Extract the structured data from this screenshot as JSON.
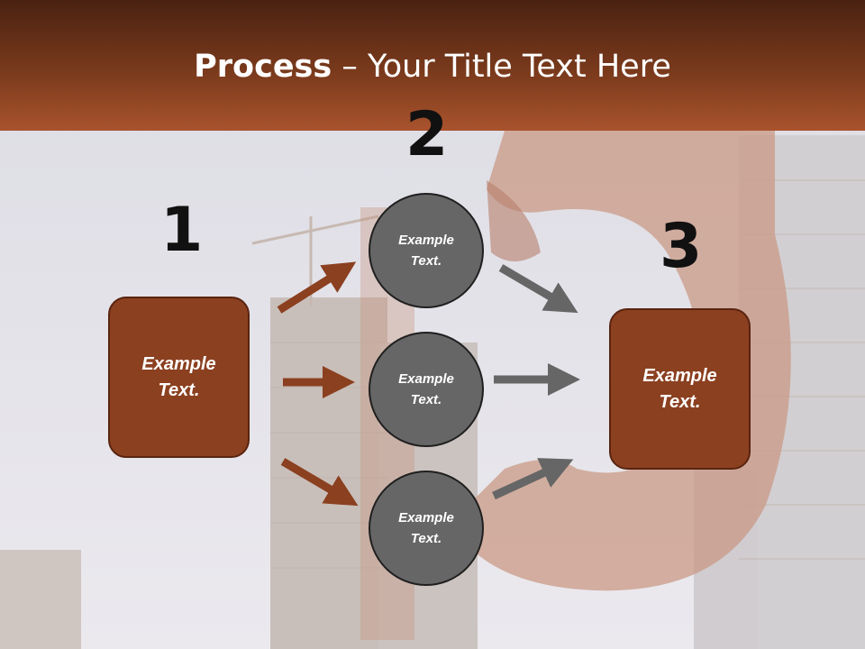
{
  "slide": {
    "title_bold": "Process",
    "title_rest": " – Your Title Text Here"
  },
  "steps": {
    "n1": "1",
    "n2": "2",
    "n3": "3"
  },
  "boxes": {
    "left": "Example Text.",
    "right": "Example Text."
  },
  "circles": [
    "Example Text.",
    "Example Text.",
    "Example Text."
  ],
  "colors": {
    "brown": "#8b4020",
    "gray": "#666666"
  }
}
